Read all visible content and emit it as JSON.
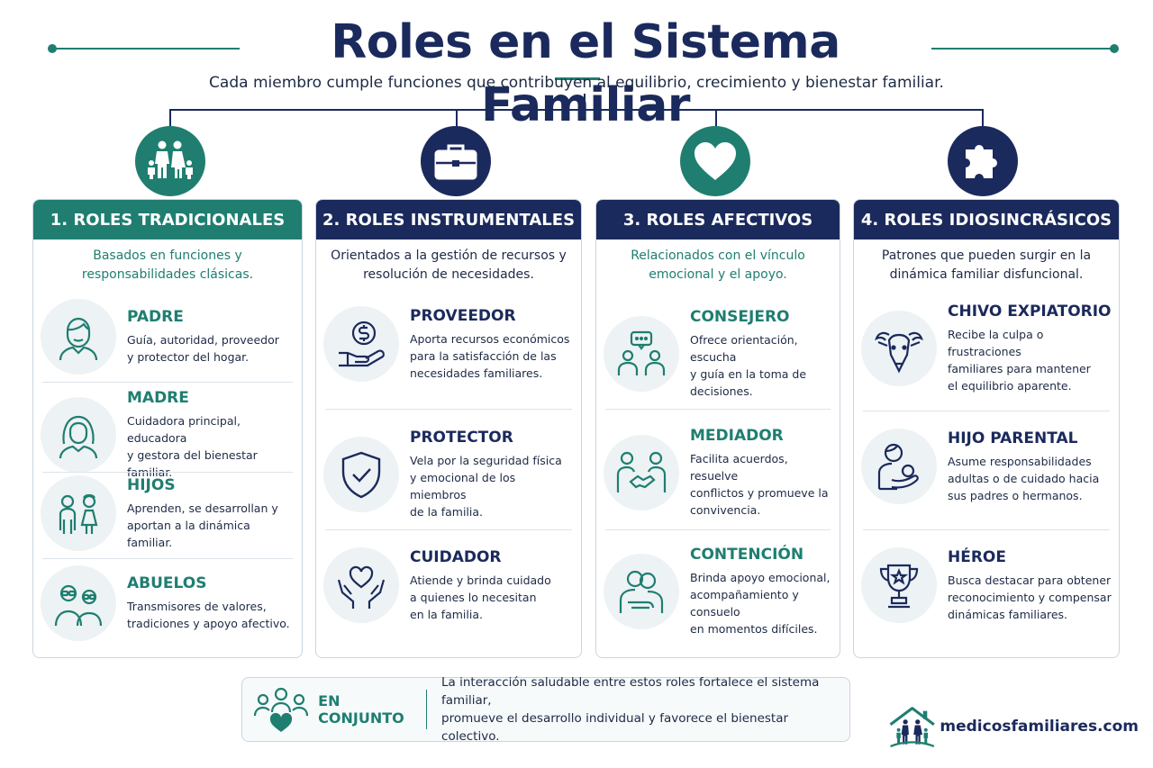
{
  "header": {
    "title": "Roles en el Sistema Familiar",
    "subtitle": "Cada miembro cumple funciones que contribuyen al equilibrio, crecimiento y bienestar familiar."
  },
  "colors": {
    "teal": "#1f7e70",
    "navy": "#1b2a5c",
    "icon_bg": "#edf2f5"
  },
  "columns": [
    {
      "title": "1. ROLES TRADICIONALES",
      "icon": "family-icon",
      "description": "Basados en funciones y responsabilidades clásicas.",
      "items": [
        {
          "name": "PADRE",
          "icon": "father-icon",
          "text": "Guía, autoridad, proveedor\ny protector del hogar."
        },
        {
          "name": "MADRE",
          "icon": "mother-icon",
          "text": "Cuidadora principal, educadora\ny gestora del bienestar familiar."
        },
        {
          "name": "HIJOS",
          "icon": "children-icon",
          "text": "Aprenden, se desarrollan y\naportan a la dinámica familiar."
        },
        {
          "name": "ABUELOS",
          "icon": "grandparents-icon",
          "text": "Transmisores de valores,\ntradiciones y apoyo afectivo."
        }
      ]
    },
    {
      "title": "2. ROLES INSTRUMENTALES",
      "icon": "briefcase-icon",
      "description": "Orientados a la gestión de recursos y resolución de necesidades.",
      "items": [
        {
          "name": "PROVEEDOR",
          "icon": "money-hand-icon",
          "text": "Aporta recursos económicos\npara la satisfacción de las\nnecesidades familiares."
        },
        {
          "name": "PROTECTOR",
          "icon": "shield-icon",
          "text": "Vela por la seguridad física\ny emocional de los miembros\nde la familia."
        },
        {
          "name": "CUIDADOR",
          "icon": "heart-hands-icon",
          "text": "Atiende y brinda cuidado\na quienes lo necesitan\nen la familia."
        }
      ]
    },
    {
      "title": "3. ROLES AFECTIVOS",
      "icon": "heart-icon",
      "description": "Relacionados con el vínculo emocional y el apoyo.",
      "items": [
        {
          "name": "CONSEJERO",
          "icon": "chat-people-icon",
          "text": "Ofrece orientación, escucha\ny guía en la toma de decisiones."
        },
        {
          "name": "MEDIADOR",
          "icon": "handshake-icon",
          "text": "Facilita acuerdos, resuelve\nconflictos y promueve la\nconvivencia."
        },
        {
          "name": "CONTENCIÓN",
          "icon": "hug-icon",
          "text": "Brinda apoyo emocional,\nacompañamiento y consuelo\nen momentos difíciles."
        }
      ]
    },
    {
      "title": "4. ROLES IDIOSINCRÁSICOS",
      "icon": "puzzle-icon",
      "description": "Patrones que pueden surgir en la dinámica familiar disfuncional.",
      "items": [
        {
          "name": "CHIVO EXPIATORIO",
          "icon": "goat-icon",
          "text": "Recibe la culpa o frustraciones\nfamiliares para mantener\nel equilibrio aparente."
        },
        {
          "name": "HIJO PARENTAL",
          "icon": "parent-child-icon",
          "text": "Asume responsabilidades\nadultas o de cuidado hacia\nsus padres o hermanos."
        },
        {
          "name": "HÉROE",
          "icon": "trophy-icon",
          "text": "Busca destacar para obtener\nreconocimiento y compensar\ndinámicas familiares."
        }
      ]
    }
  ],
  "footer": {
    "label": "EN CONJUNTO",
    "text": "La interacción saludable entre estos roles fortalece el sistema familiar,\npromueve el desarrollo individual y favorece el bienestar colectivo."
  },
  "brand": {
    "name": "medicosfamiliares.com"
  }
}
